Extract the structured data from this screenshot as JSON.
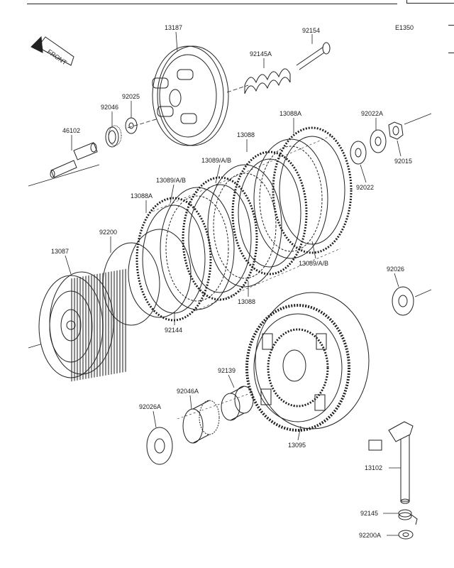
{
  "diagram": {
    "code": "E1350",
    "front_label": "FRONT",
    "labels": [
      {
        "id": "13187",
        "text": "13187"
      },
      {
        "id": "92154",
        "text": "92154"
      },
      {
        "id": "92145A",
        "text": "92145A"
      },
      {
        "id": "92025",
        "text": "92025"
      },
      {
        "id": "92046",
        "text": "92046"
      },
      {
        "id": "46102",
        "text": "46102"
      },
      {
        "id": "13088A_top",
        "text": "13088A"
      },
      {
        "id": "92022A",
        "text": "92022A"
      },
      {
        "id": "13088_top",
        "text": "13088"
      },
      {
        "id": "92015",
        "text": "92015"
      },
      {
        "id": "13089AB_top",
        "text": "13089/A/B"
      },
      {
        "id": "92022",
        "text": "92022"
      },
      {
        "id": "13089AB_mid",
        "text": "13089/A/B"
      },
      {
        "id": "13088A_left",
        "text": "13088A"
      },
      {
        "id": "92200",
        "text": "92200"
      },
      {
        "id": "13087",
        "text": "13087"
      },
      {
        "id": "13089AB_right",
        "text": "13089/A/B"
      },
      {
        "id": "92026",
        "text": "92026"
      },
      {
        "id": "13088_bottom",
        "text": "13088"
      },
      {
        "id": "92144",
        "text": "92144"
      },
      {
        "id": "92139",
        "text": "92139"
      },
      {
        "id": "92046A",
        "text": "92046A"
      },
      {
        "id": "92026A",
        "text": "92026A"
      },
      {
        "id": "13095",
        "text": "13095"
      },
      {
        "id": "13102",
        "text": "13102"
      },
      {
        "id": "92145",
        "text": "92145"
      },
      {
        "id": "92200A",
        "text": "92200A"
      }
    ]
  }
}
